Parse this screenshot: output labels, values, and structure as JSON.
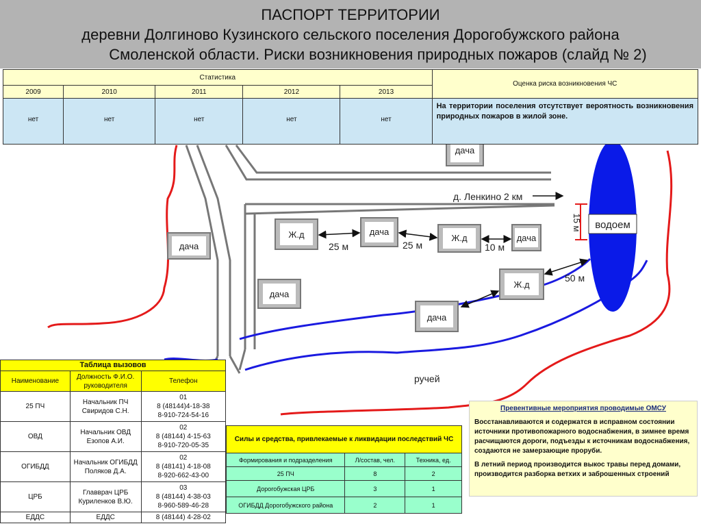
{
  "header": {
    "line1": "ПАСПОРТ ТЕРРИТОРИИ",
    "line2": "деревни Долгиново Кузинского сельского поселения  Дорогобужского района",
    "line3": "Смоленской области. Риски возникновения природных пожаров (слайд № 2)"
  },
  "stats": {
    "title": "Статистика",
    "years": [
      "2009",
      "2010",
      "2011",
      "2012",
      "2013"
    ],
    "values": [
      "нет",
      "нет",
      "нет",
      "нет",
      "нет"
    ],
    "risk_header": "Оценка риска возникновения ЧС",
    "risk_text": "На территории поселения отсутствует вероятность возникновения природных пожаров в жилой зоне."
  },
  "map": {
    "labels": {
      "dacha_top": "дача",
      "lenkino": "д. Ленкино 2 км",
      "reservoir": "водоем",
      "dist_15": "15 м",
      "jd1": "Ж.д",
      "dacha2": "дача",
      "jd2": "Ж.д",
      "dacha3": "дача",
      "d25a": "25 м",
      "d25b": "25 м",
      "d10": "10 м",
      "dacha_left": "дача",
      "jd3": "Ж.д",
      "d50": "50 м",
      "dacha4": "дача",
      "dacha5": "дача",
      "stream": "ручей"
    },
    "colors": {
      "fire_line": "#e41a1a",
      "water": "#1a1ae0",
      "road": "#777777"
    }
  },
  "calls": {
    "title": "Таблица вызовов",
    "headers": [
      "Наименование",
      "Должность Ф.И.О. руководителя",
      "Телефон"
    ],
    "rows": [
      {
        "name": "25 ПЧ",
        "person": "Начальник ПЧ Свиридов С.Н.",
        "phone": [
          "01",
          "8 (48144)4-18-38",
          "8-910-724-54-16"
        ]
      },
      {
        "name": "ОВД",
        "person": "Начальник ОВД Езопов А.И.",
        "phone": [
          "02",
          "8 (48144) 4-15-63",
          "8-910-720-05-35"
        ]
      },
      {
        "name": "ОГИБДД",
        "person": "Начальник ОГИБДД Поляков Д.А.",
        "phone": [
          "02",
          "8 (48141) 4-18-08",
          "8-920-662-43-00"
        ]
      },
      {
        "name": "ЦРБ",
        "person": "Главврач ЦРБ Куриленков В.Ю.",
        "phone": [
          "03",
          "8 (48144) 4-38-03",
          "8-960-589-46-28"
        ]
      },
      {
        "name": "ЕДДС",
        "person": "ЕДДС",
        "phone": [
          "8 (48144) 4-28-02"
        ]
      }
    ]
  },
  "forces": {
    "title": "Силы и средства, привлекаемые к ликвидации последствий ЧС",
    "headers": [
      "Формирования и подразделения",
      "Л/состав, чел.",
      "Техника,  ед."
    ],
    "rows": [
      [
        "25 ПЧ",
        "8",
        "2"
      ],
      [
        "Дорогобужская ЦРБ",
        "3",
        "1"
      ],
      [
        "ОГИБДД  Дорогобужского района",
        "2",
        "1"
      ]
    ]
  },
  "preventive": {
    "title": "Превентивные мероприятия проводимые ОМСУ",
    "p1": "Восстанавливаются и содержатся в исправном состоянии источники противопожарного водоснабжения, в зимнее время расчищаются дороги, подъезды к источникам водоснабжения, создаются не замерзающие проруби.",
    "p2": "В летний период производится выкос травы перед домами, производится разборка ветхих и заброшенных строений"
  }
}
